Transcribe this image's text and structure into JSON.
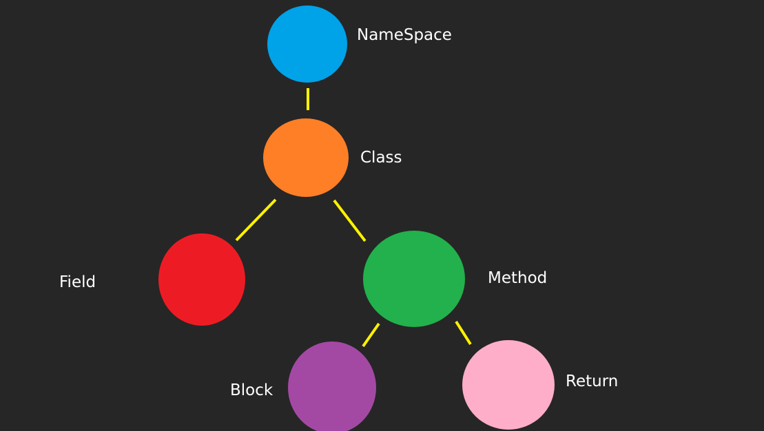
{
  "diagram": {
    "nodes": [
      {
        "id": "namespace",
        "label": "NameSpace",
        "color": "#00A2E8"
      },
      {
        "id": "class",
        "label": "Class",
        "color": "#FF7F27"
      },
      {
        "id": "field",
        "label": "Field",
        "color": "#ED1C24"
      },
      {
        "id": "method",
        "label": "Method",
        "color": "#22B14C"
      },
      {
        "id": "block",
        "label": "Block",
        "color": "#A349A4"
      },
      {
        "id": "return",
        "label": "Return",
        "color": "#FFAEC9"
      }
    ],
    "edges": [
      {
        "from": "namespace",
        "to": "class"
      },
      {
        "from": "class",
        "to": "field"
      },
      {
        "from": "class",
        "to": "method"
      },
      {
        "from": "method",
        "to": "block"
      },
      {
        "from": "method",
        "to": "return"
      }
    ],
    "edge_color": "#FFF200",
    "background": "#262626"
  }
}
